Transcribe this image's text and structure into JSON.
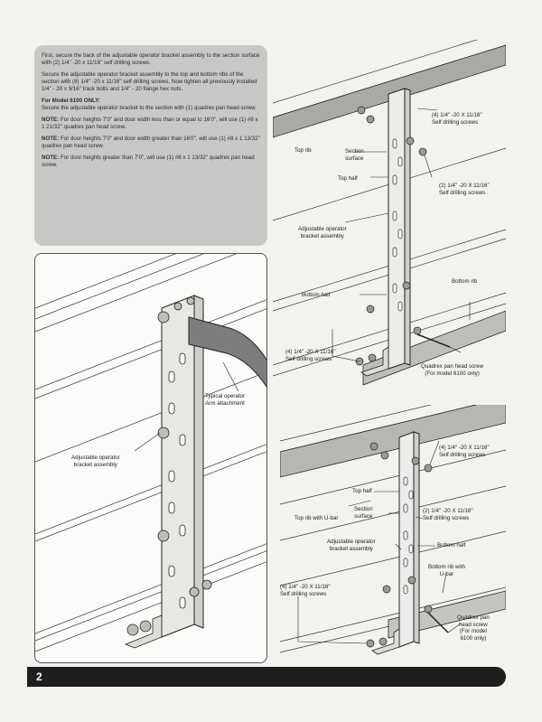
{
  "instructions": {
    "p1": "First, secure the back of the adjustable operator bracket assembly to the section surface with (2) 1/4\" -20 x 11/16\" self drilling screws.",
    "p2": "Secure the adjustable operator bracket assembly to the top and bottom ribs of the section with (8) 1/4\" -20 x 11/16\" self drilling screws. Now tighten all previously installed 1/4\" - 20 x 9/16\" track bolts and 1/4\" - 20 flange hex nuts.",
    "model_header": "For Model 6100 ONLY:",
    "p3": "Secure the adjustable operator bracket to the section with (1) quadrex pan head screw.",
    "note_label": "NOTE:",
    "note1": " For door heights 7'0\" and door width less than or equal to 16'0\", will use (1) #8 x 1 21/32\" quadrex pan head screw.",
    "note2": " For door heights 7'0\" and door width greater than 16'0\", will use (1) #8 x 1 13/32\" quadrex pan head screw.",
    "note3": " For door heights greater than 7'0\", will use (1) #8 x 1 13/32\" quadrex pan head screw."
  },
  "left_figure": {
    "arm_label": "Typical operator\nArm attachment",
    "bracket_label": "Adjustable operator\nbracket assembly"
  },
  "top_right_figure": {
    "screws_top": "(4) 1/4\" -20 X 11/16\"\nSelf drilling screws",
    "top_rib": "Top rib",
    "section_surface": "Section\nsurface",
    "top_half": "Top half",
    "screws_mid": "(2) 1/4\" -20 X 11/16\"\nSelf drilling screws",
    "bracket": "Adjustable operator\nbracket assembly",
    "bottom_rib": "Bottom rib",
    "bottom_half": "Bottom half",
    "screws_bottom": "(4) 1/4\" -20 X 11/16\"\nSelf drilling screws",
    "quadrex": "Quadrex pan head screw\n(For model 6100 only)"
  },
  "bottom_right_figure": {
    "screws_top": "(4) 1/4\" -20 X 11/16\"\nSelf drilling screws",
    "top_half": "Top half",
    "top_rib_ubar": "Top rib with U-bar",
    "section_surface": "Section\nsurface",
    "screws_mid": "(2) 1/4\" -20 X 11/16\"\nSelf drilling screws",
    "bracket": "Adjustable operator\nbracket assembly",
    "bottom_half": "Bottom half",
    "bottom_rib_ubar": "Bottom rib with\nU-bar",
    "screws_bottom": "(4) 1/4\" -20 X 11/16\"\nSelf drilling screws",
    "quadrex": "Quadrex pan\nhead screw\n(For model\n6100 only)"
  },
  "footer": {
    "page_number": "2"
  }
}
